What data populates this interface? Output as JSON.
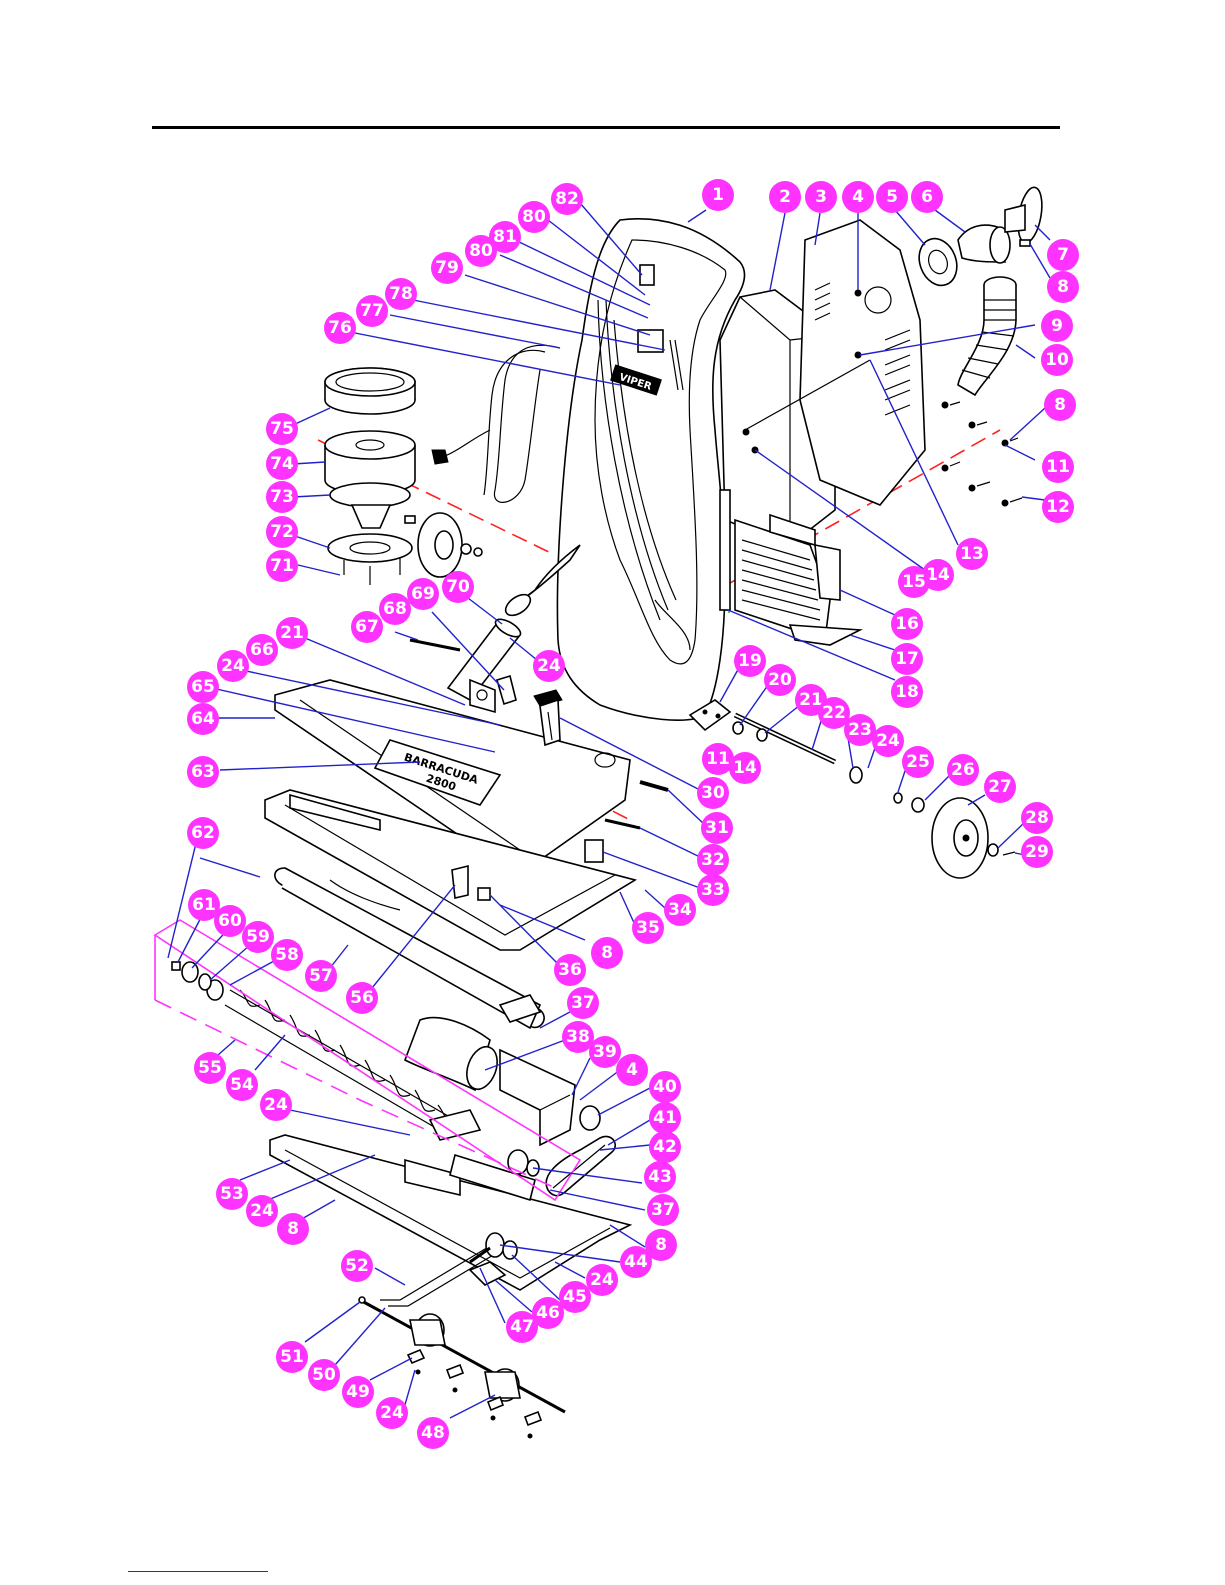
{
  "labels": {
    "handle_logo": "VIPER",
    "brush_cover_logo_1": "BARRACUDA",
    "brush_cover_logo_2": "2800"
  },
  "callouts": [
    "1",
    "2",
    "3",
    "4",
    "5",
    "6",
    "7",
    "8",
    "9",
    "10",
    "11",
    "12",
    "13",
    "14",
    "15",
    "16",
    "17",
    "18",
    "19",
    "20",
    "21",
    "22",
    "23",
    "24",
    "25",
    "26",
    "27",
    "28",
    "29",
    "30",
    "31",
    "32",
    "33",
    "34",
    "35",
    "36",
    "37",
    "38",
    "39",
    "40",
    "41",
    "42",
    "43",
    "44",
    "45",
    "46",
    "47",
    "48",
    "49",
    "50",
    "51",
    "52",
    "53",
    "54",
    "55",
    "56",
    "57",
    "58",
    "59",
    "60",
    "61",
    "62",
    "63",
    "64",
    "65",
    "66",
    "67",
    "68",
    "69",
    "70",
    "71",
    "72",
    "73",
    "74",
    "75",
    "76",
    "77",
    "78",
    "79",
    "80",
    "81",
    "82"
  ],
  "colors": {
    "callout_fill": "#ff33ff",
    "leader_line": "#2222cc",
    "axis_red": "#ff2222",
    "axis_green": "#22cc22"
  }
}
